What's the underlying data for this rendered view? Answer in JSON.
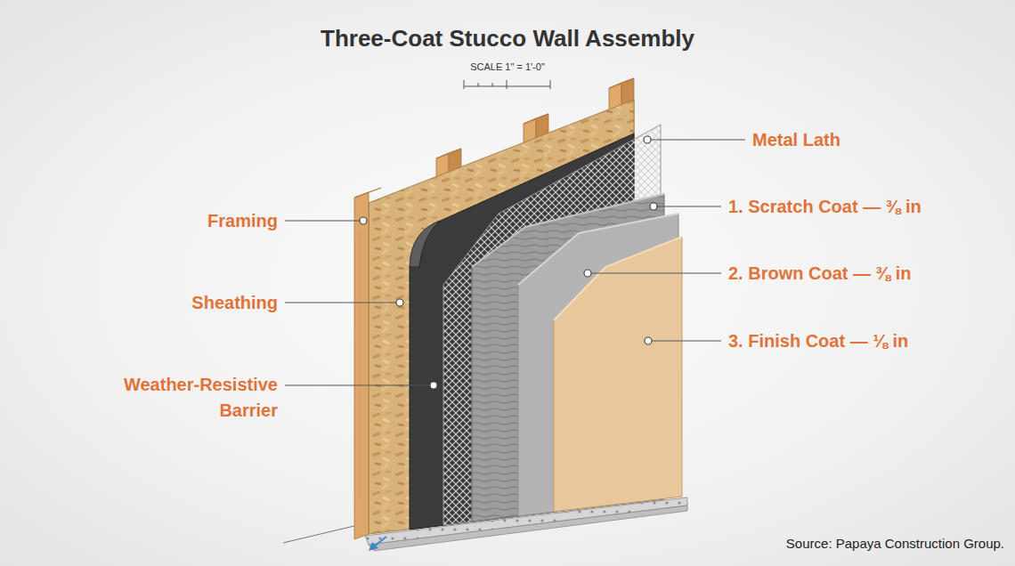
{
  "diagram": {
    "title": "Three-Coat Stucco Wall Assembly",
    "caption": "Source: Papaya Construction Group.",
    "labels": [
      "SCALE 1\" = 1'-0\"",
      "Metal Lath",
      "Framing",
      "1. Scratch Coat — ⅜ in",
      "Sheathing",
      "2. Brown Coat — ⅜ in",
      "3. Finish Coat — ⅛ in",
      "Weather-Resistive Barrier"
    ]
  }
}
